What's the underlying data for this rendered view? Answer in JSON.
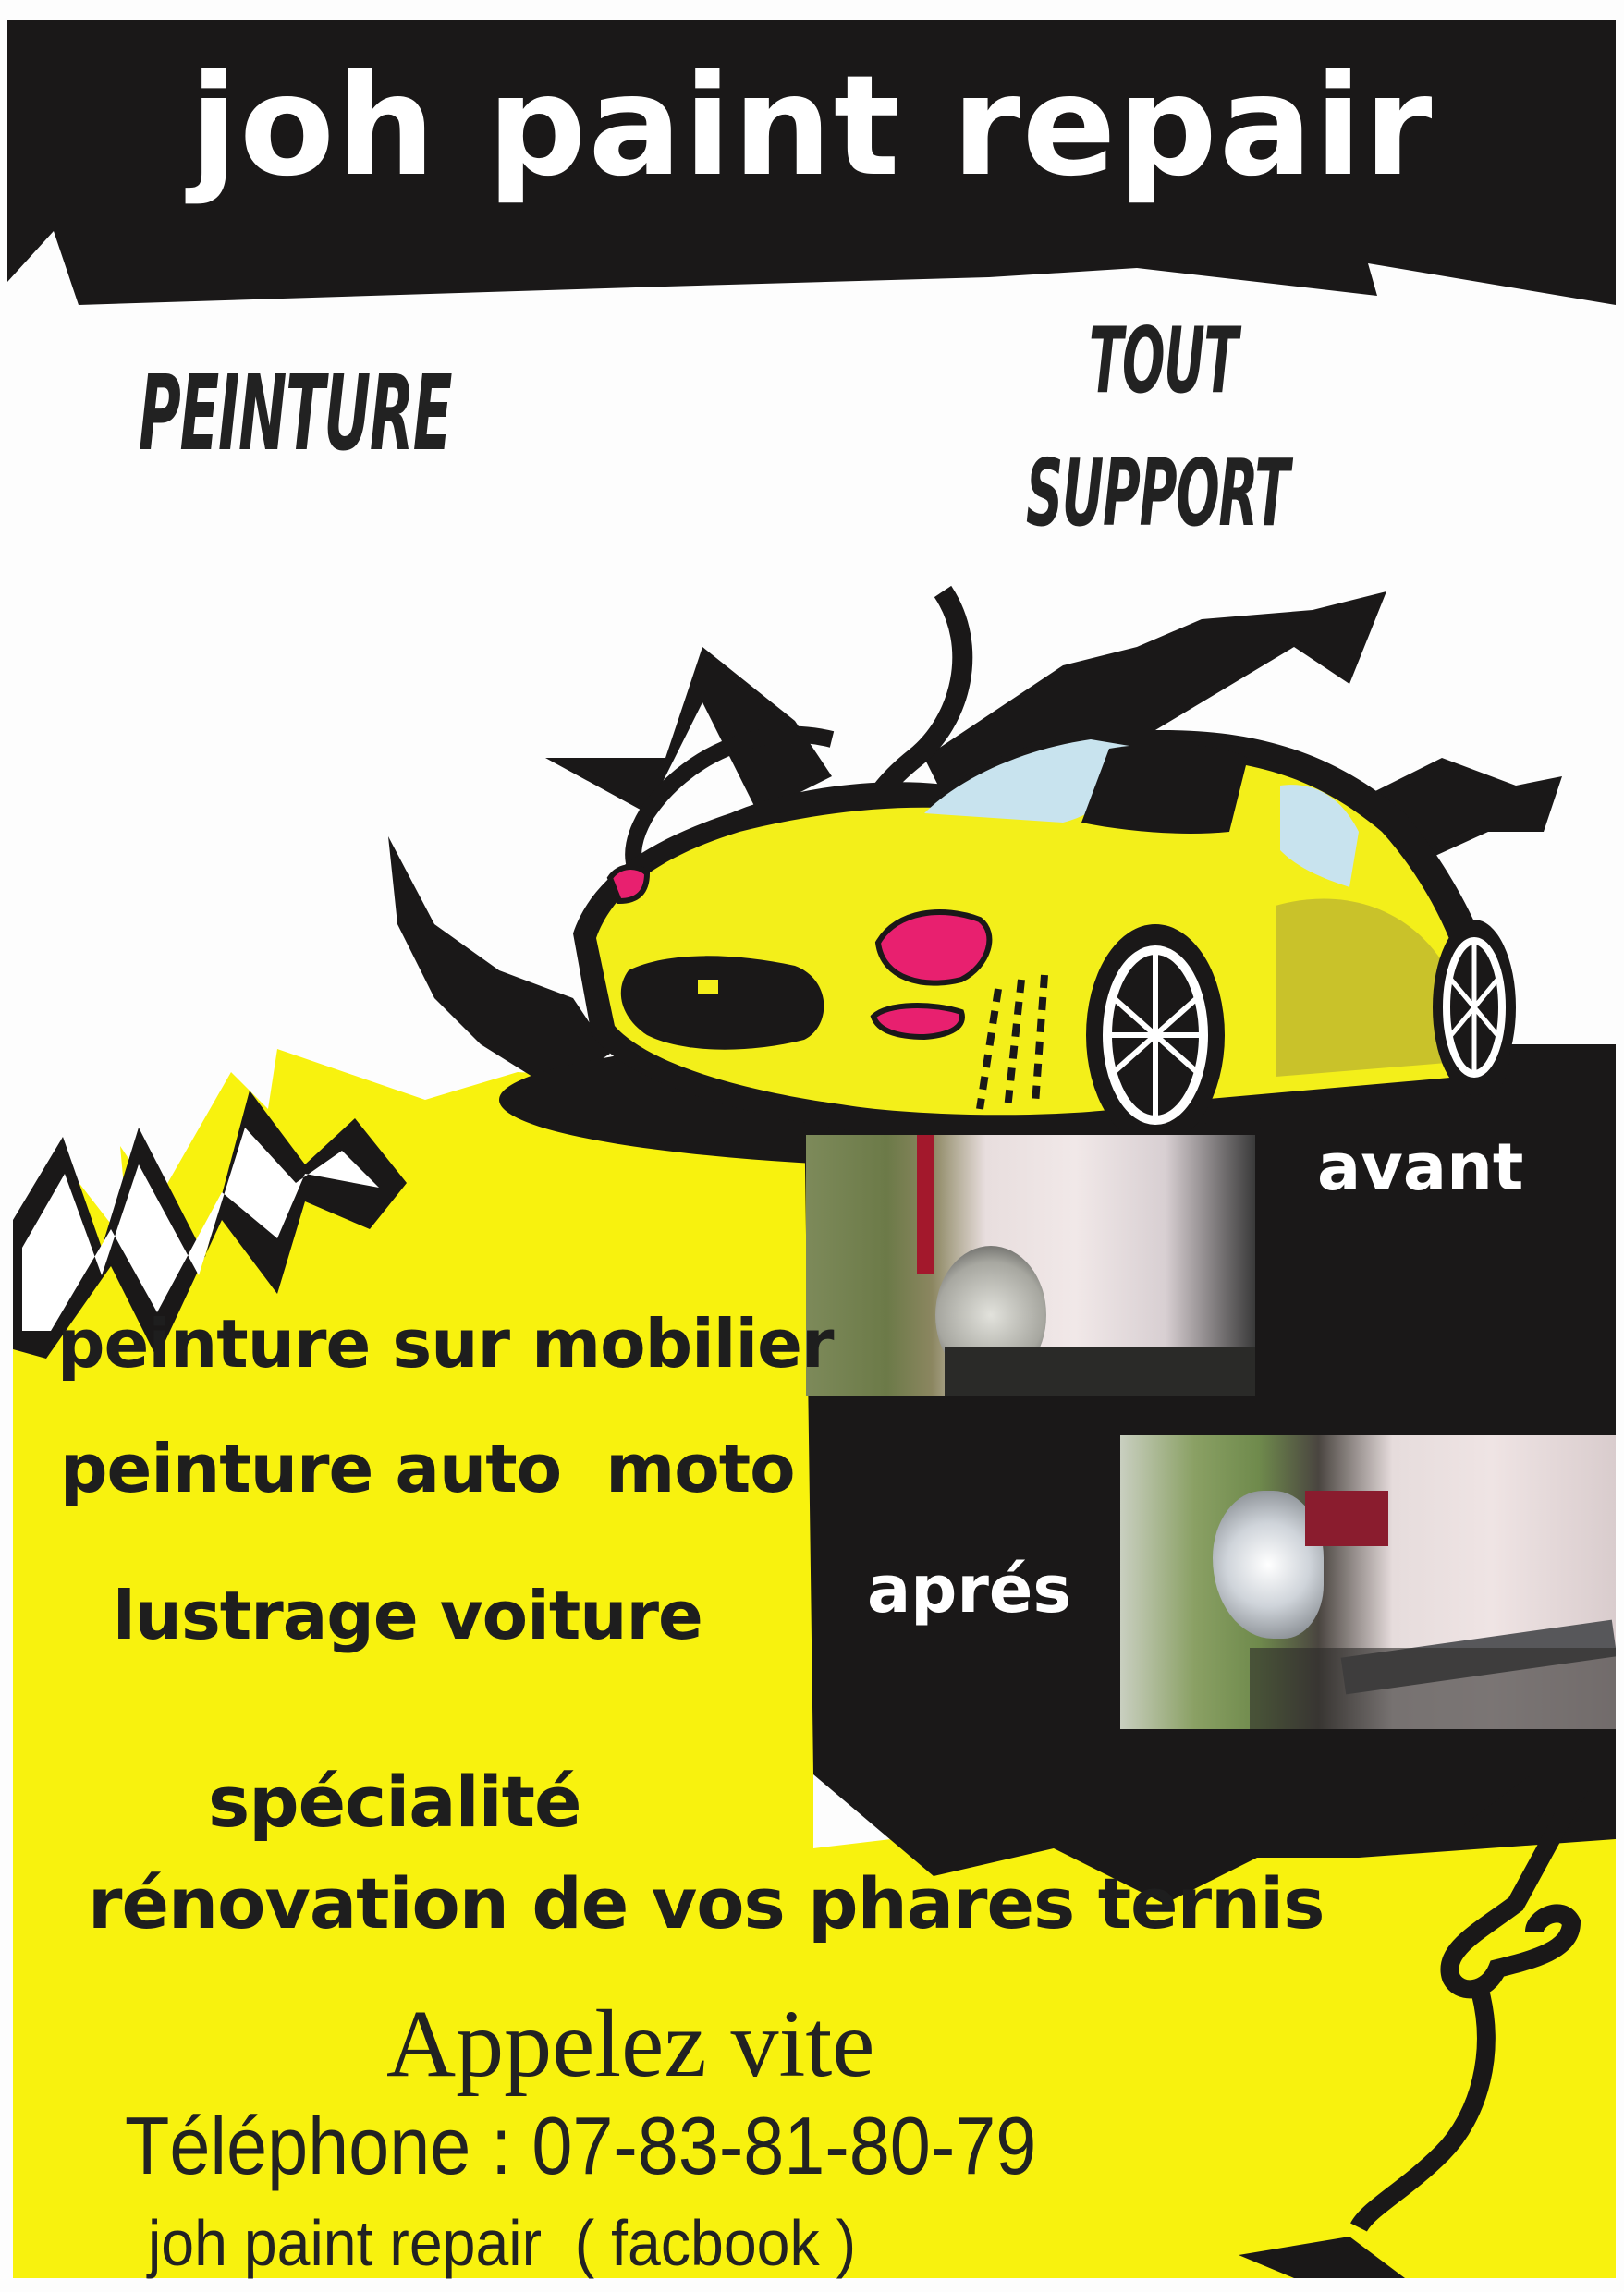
{
  "flyer": {
    "title": "joh paint repair",
    "headline_left": "PEINTURE",
    "headline_right_line1": "TOUT",
    "headline_right_line2": "SUPPORT",
    "before_label": "avant",
    "after_label": "aprés",
    "services": [
      "peinture sur mobilier",
      "peinture auto  moto",
      "lustrage voiture"
    ],
    "specialty_title": "spécialité",
    "specialty_text": "rénovation de vos phares ternis",
    "call_to_action": "Appelez vite",
    "phone_line": "Téléphone : 07-83-81-80-79",
    "facebook_line": "joh paint repair  ( facbook )"
  },
  "colors": {
    "yellow": "#f8f20e",
    "black": "#1a1818",
    "white": "#ffffff",
    "car_yellow": "#f3ef1a",
    "car_shade": "#c9c22a",
    "headlight_pink": "#e8206f",
    "window_blue": "#c8e3ee"
  },
  "icons": {
    "car": "yellow-sports-car-illustration",
    "swirl": "decorative-swirl",
    "arrows": "lightning-arrows"
  }
}
